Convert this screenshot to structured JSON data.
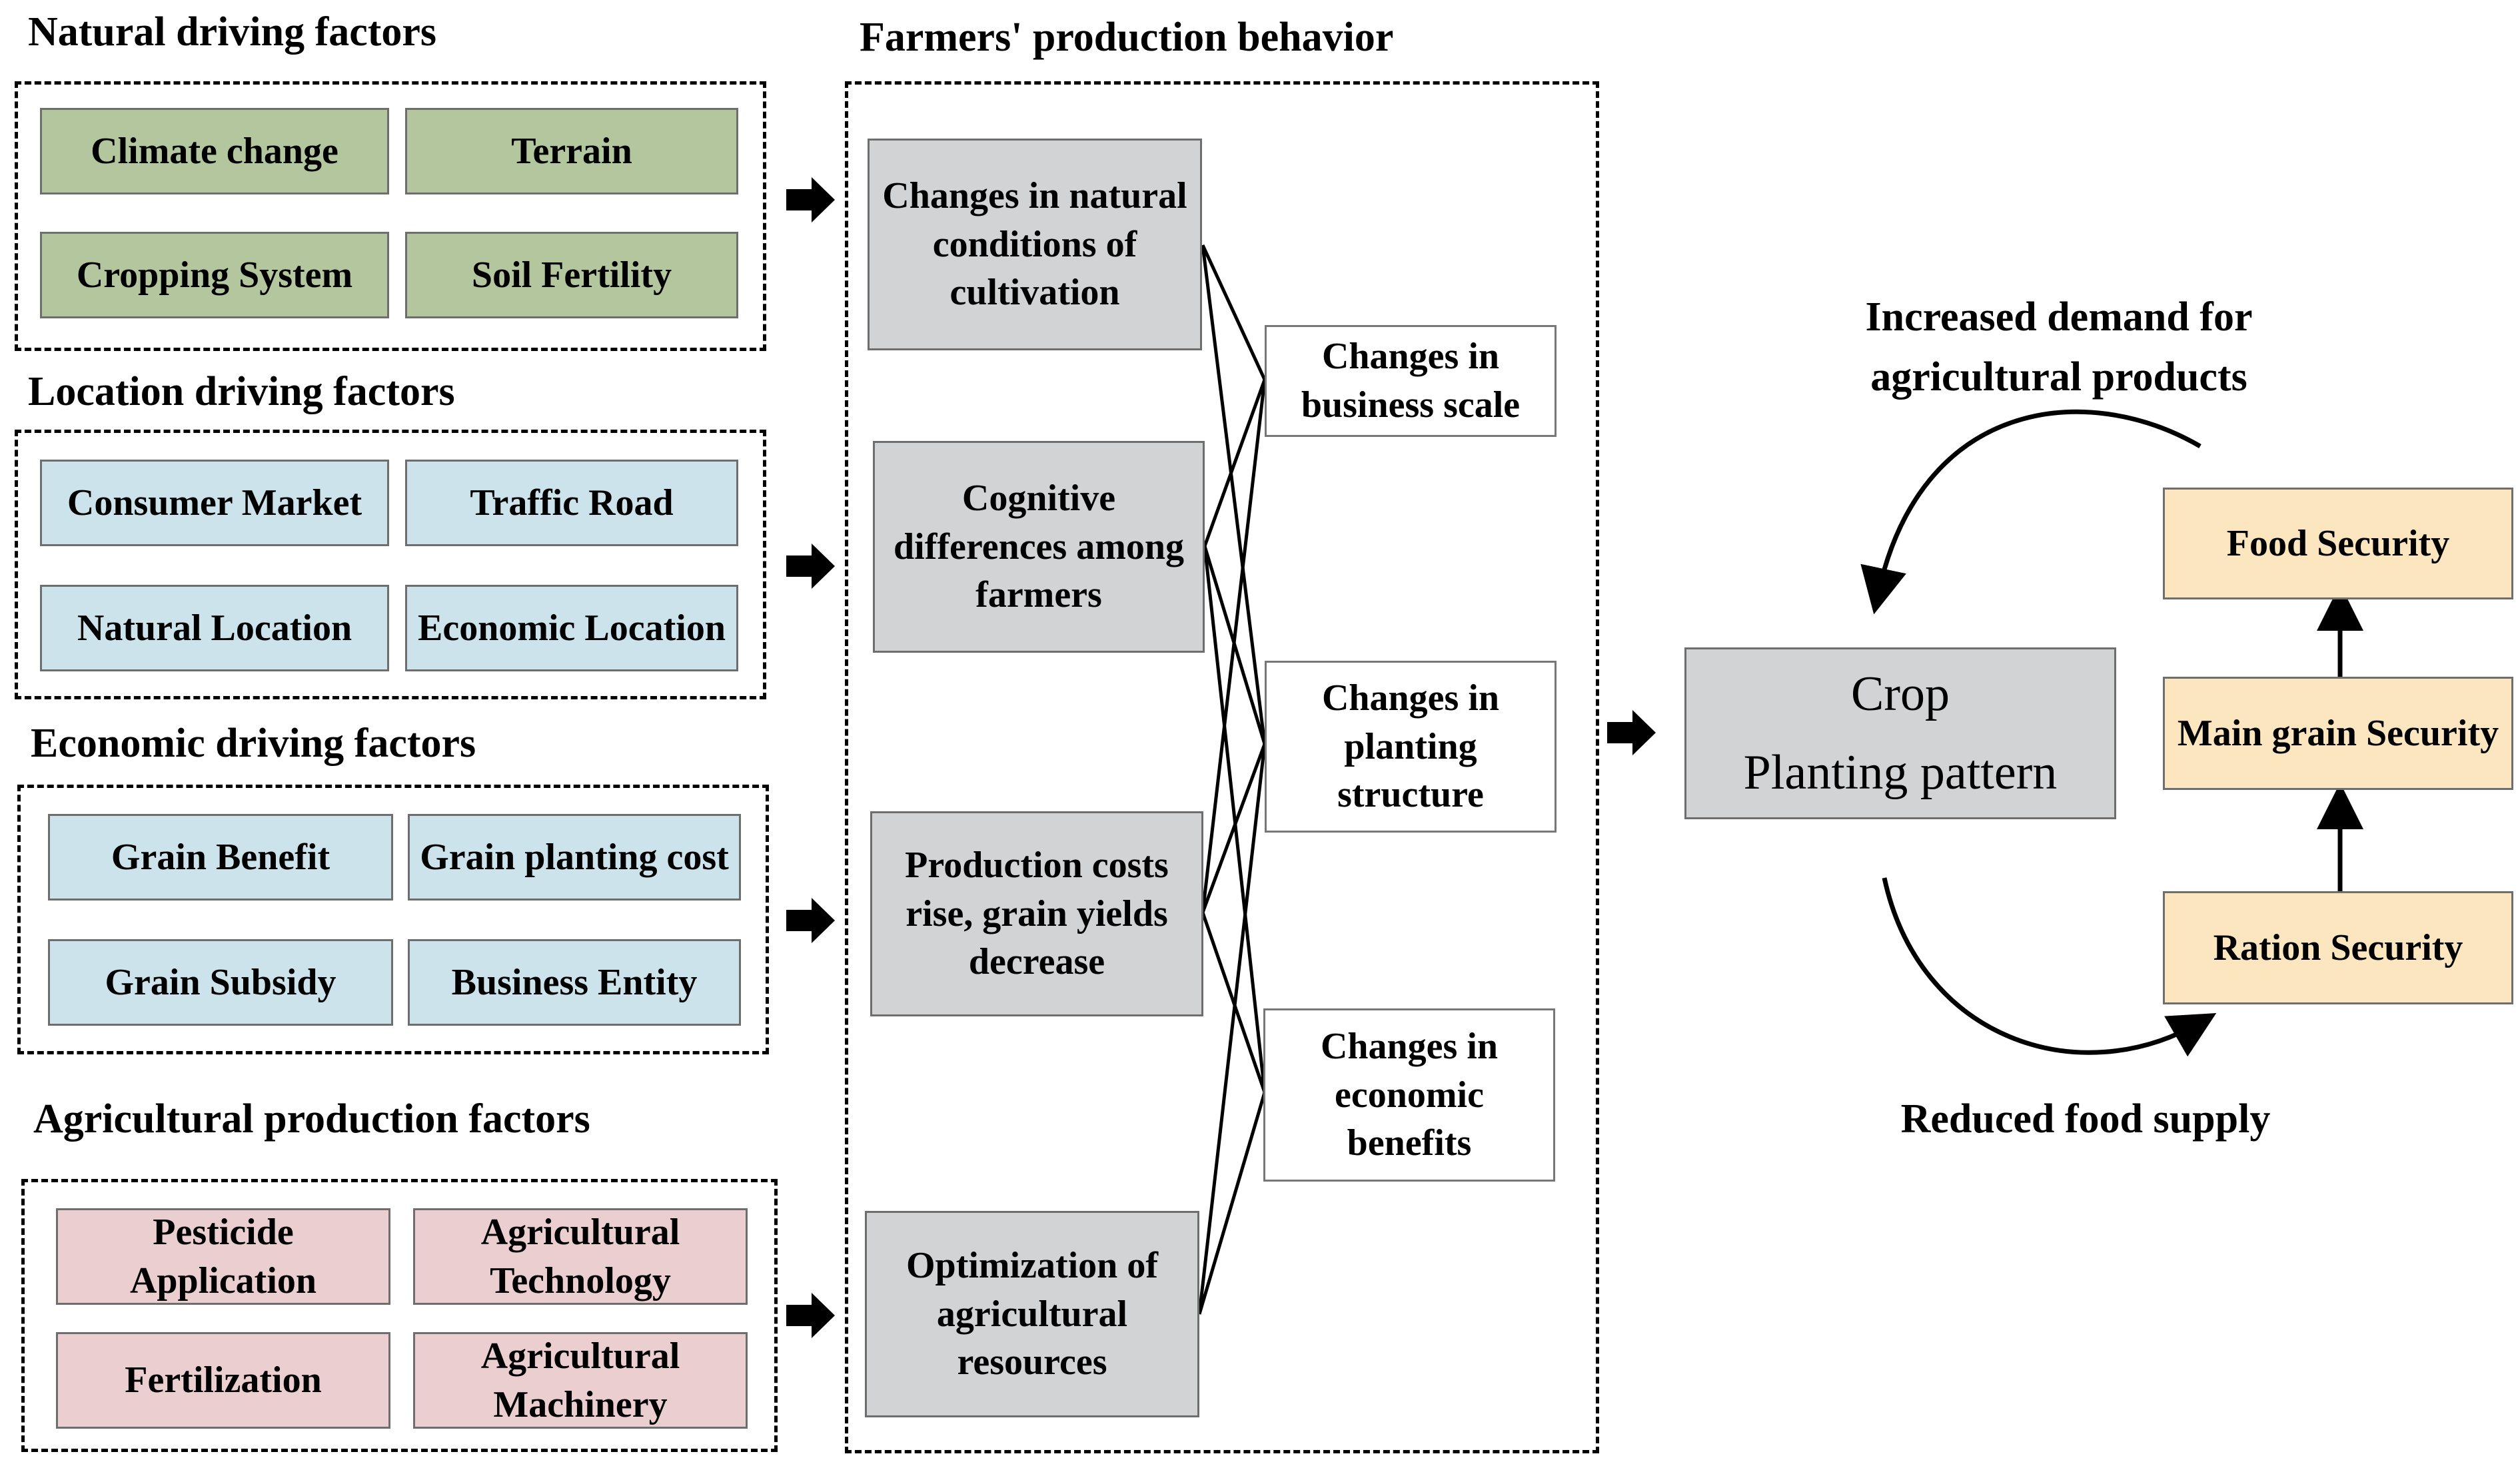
{
  "headers": {
    "natural": "Natural driving factors",
    "location": "Location driving factors",
    "economic": "Economic driving factors",
    "agricultural": "Agricultural production factors",
    "farmers": "Farmers' production behavior"
  },
  "natural_factors": [
    "Climate change",
    "Terrain",
    "Cropping System",
    "Soil Fertility"
  ],
  "location_factors": [
    "Consumer Market",
    "Traffic Road",
    "Natural Location",
    "Economic Location"
  ],
  "economic_factors": [
    "Grain Benefit",
    "Grain planting cost",
    "Grain Subsidy",
    "Business Entity"
  ],
  "agricultural_factors": [
    "Pesticide Application",
    "Agricultural Technology",
    "Fertilization",
    "Agricultural Machinery"
  ],
  "behaviors": [
    "Changes in natural conditions of cultivation",
    "Cognitive differences among farmers",
    "Production costs rise, grain yields decrease",
    "Optimization of agricultural resources"
  ],
  "changes": [
    "Changes in business scale",
    "Changes in planting structure",
    "Changes in economic benefits"
  ],
  "crop_pattern": {
    "line1": "Crop",
    "line2": "Planting pattern"
  },
  "security": [
    "Food Security",
    "Main grain Security",
    "Ration Security"
  ],
  "cycle": {
    "top_label": "Increased demand for agricultural products",
    "bottom_label": "Reduced food supply"
  }
}
